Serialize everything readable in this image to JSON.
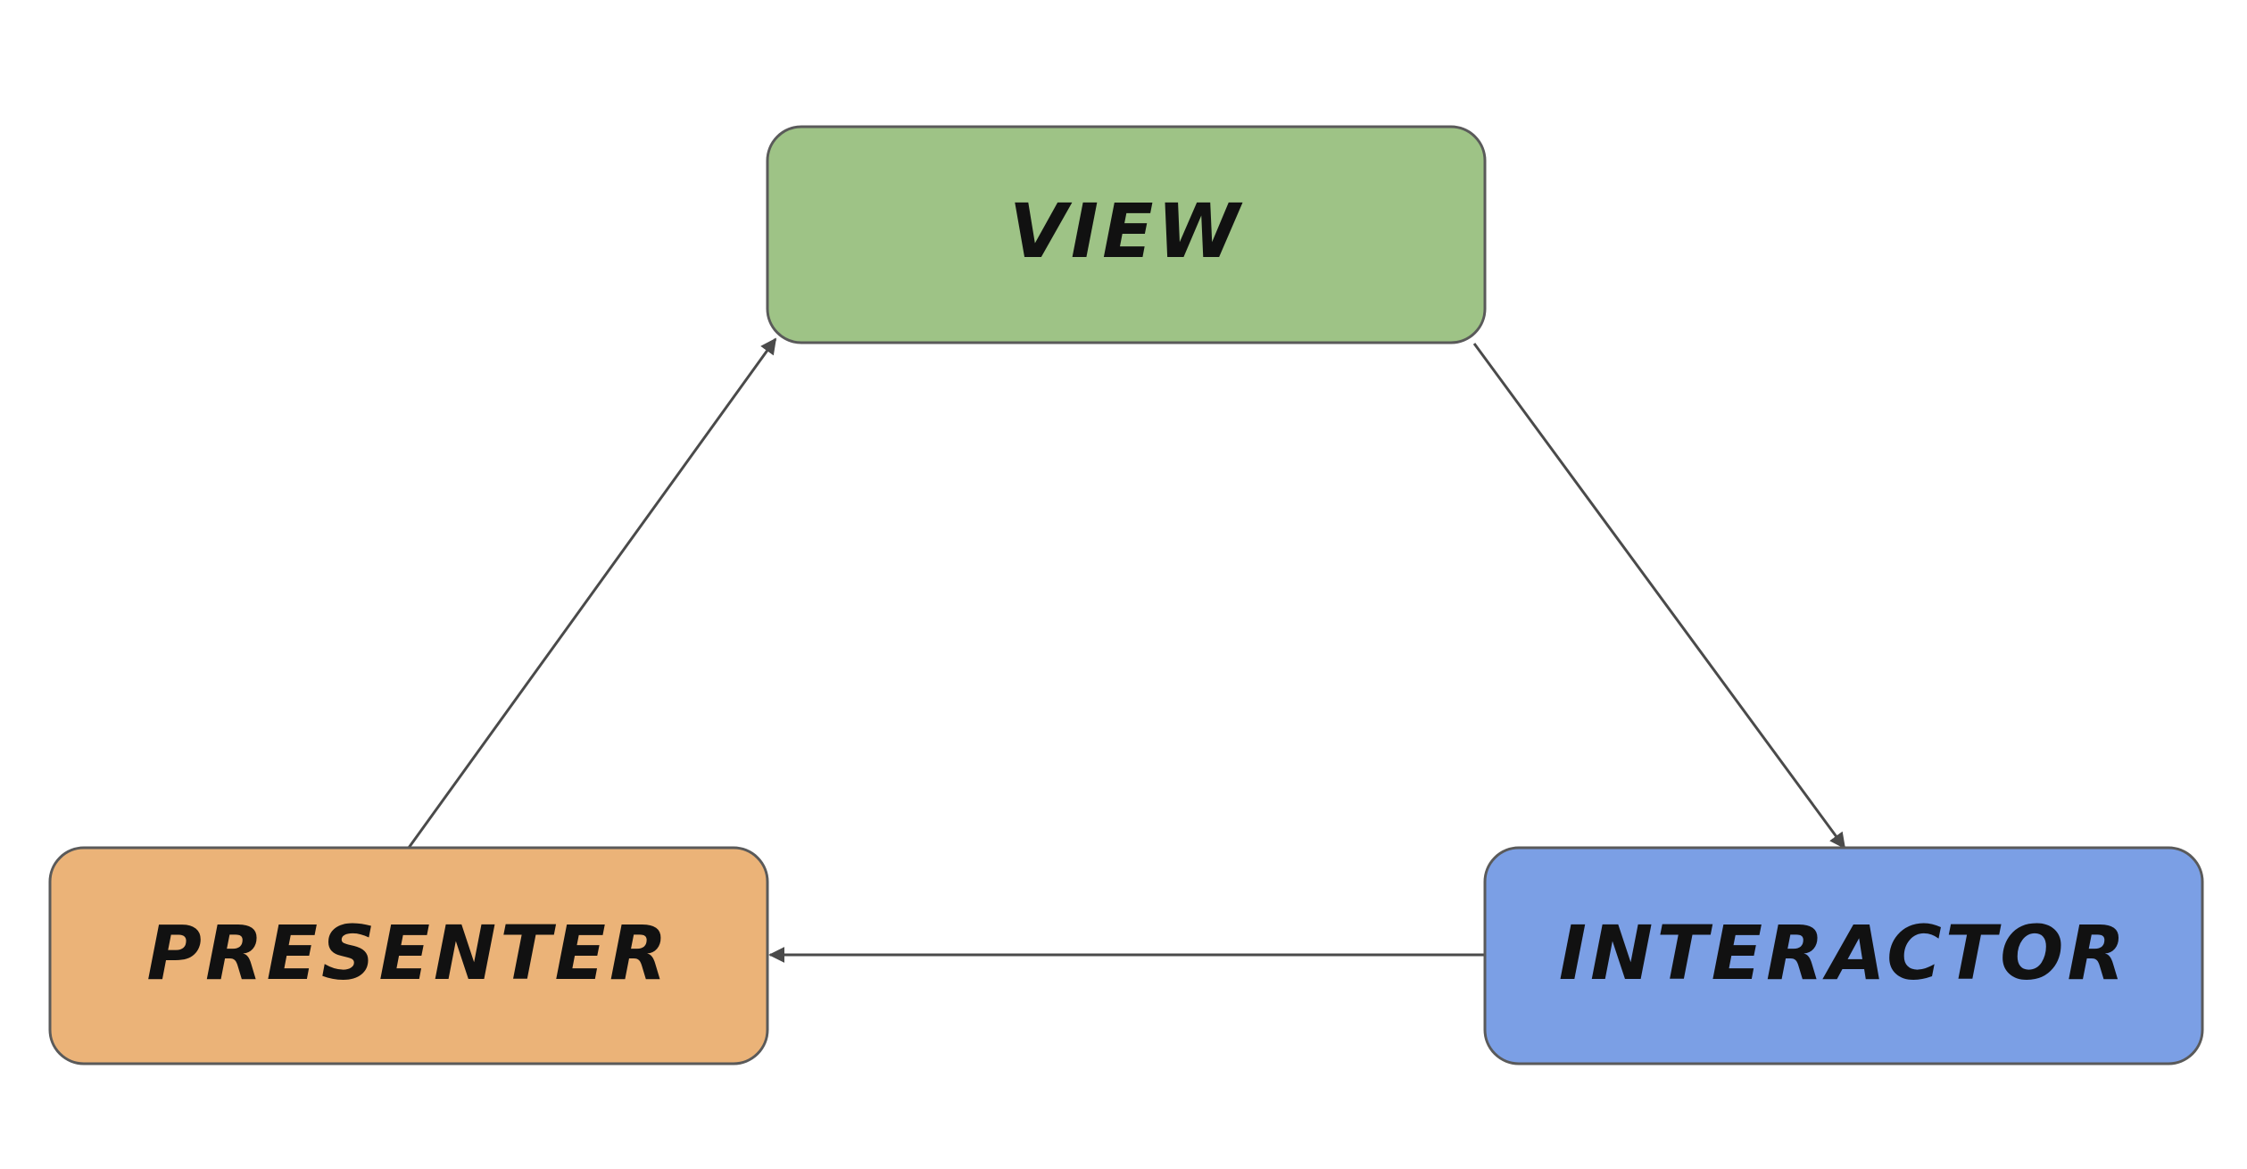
{
  "diagram": {
    "nodes": {
      "view": {
        "label": "VIEW",
        "color": "#9ec386"
      },
      "presenter": {
        "label": "PRESENTER",
        "color": "#ebb378"
      },
      "interactor": {
        "label": "INTERACTOR",
        "color": "#7b9fe5"
      }
    },
    "edges": [
      {
        "from": "view",
        "to": "interactor"
      },
      {
        "from": "interactor",
        "to": "presenter"
      },
      {
        "from": "presenter",
        "to": "view"
      }
    ],
    "colors": {
      "node_border": "#5a5a5a",
      "edge": "#4a4a4a"
    }
  }
}
